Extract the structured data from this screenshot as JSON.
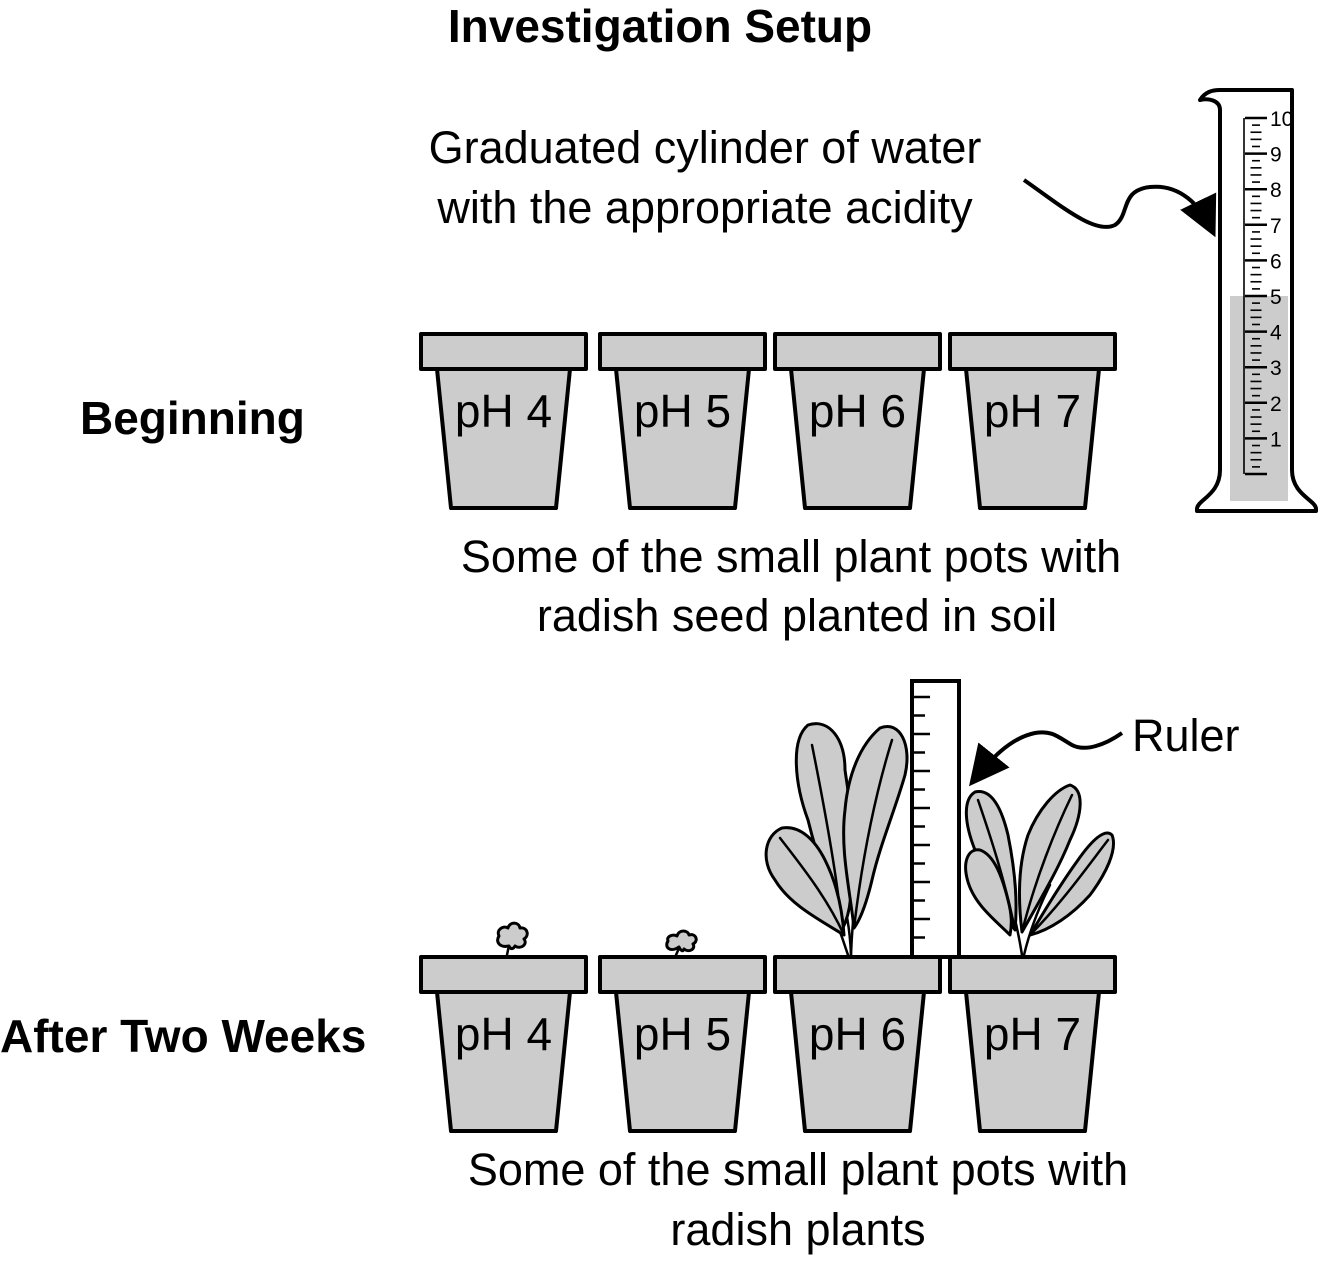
{
  "title": "Investigation Setup",
  "cylinder": {
    "label_line1": "Graduated cylinder of water",
    "label_line2": "with the appropriate acidity",
    "scale": [
      "10",
      "9",
      "8",
      "7",
      "6",
      "5",
      "4",
      "3",
      "2",
      "1"
    ],
    "water_level": 5
  },
  "beginning": {
    "label": "Beginning",
    "pots": [
      "pH 4",
      "pH 5",
      "pH 6",
      "pH 7"
    ],
    "caption_line1": "Some of the small plant pots with",
    "caption_line2": "radish seed planted in soil"
  },
  "after": {
    "label": "After Two Weeks",
    "pots": [
      "pH 4",
      "pH 5",
      "pH 6",
      "pH 7"
    ],
    "ruler_label": "Ruler",
    "caption_line1": "Some of the small plant pots with",
    "caption_line2": "radish plants"
  },
  "colors": {
    "fill": "#cccccc",
    "stroke": "#000000"
  }
}
